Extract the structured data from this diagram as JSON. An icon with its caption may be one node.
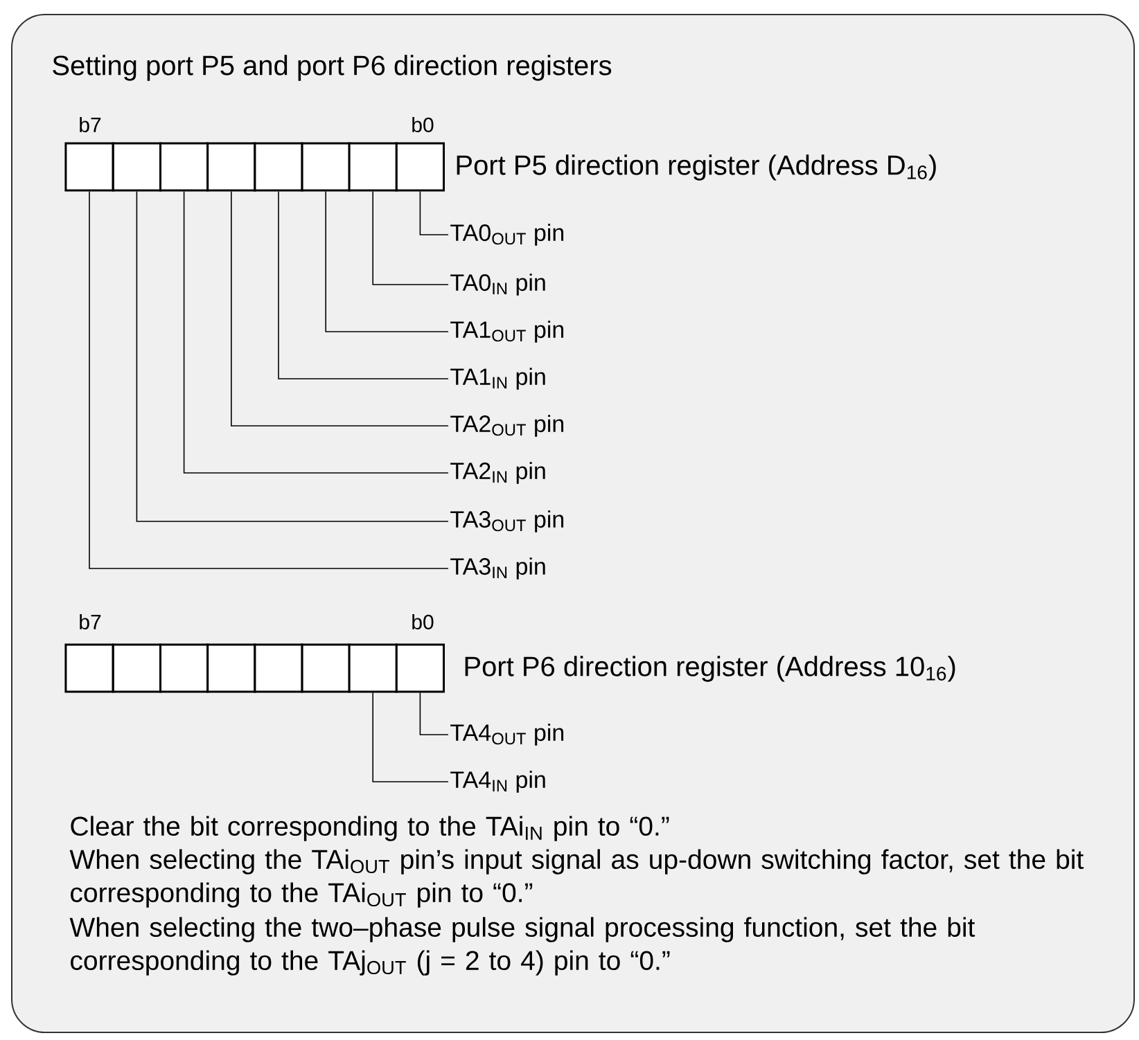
{
  "diagram": {
    "nodes": [
      {
        "text": [
          "Setting port P5 and port P6 direction registers",
          "Clear the bit corresponding to the TAi$_{IN}$ pin to “0.”",
          "When selecting the TAi$_{OUT}$ pin’s input signal as up-down switching factor, set the bit corresponding to the TAi$_{OUT}$ pin to “0.”",
          "When selecting the two–phase pulse signal processing function, set the bit corresponding to the TAj$_{OUT}$ (j = 2 to 4) pin to “0.”"
        ]
      },
      {
        "text": [],
        "shape": "box",
        "in": 0
      },
      {
        "text": [],
        "shape": "box",
        "in": 0
      },
      {
        "text": [],
        "shape": "box",
        "in": 0
      },
      {
        "text": [],
        "shape": "box",
        "in": 0
      },
      {
        "text": [],
        "shape": "box",
        "in": 0
      },
      {
        "text": [],
        "shape": "box",
        "in": 0
      },
      {
        "text": [],
        "shape": "box",
        "in": 0
      },
      {
        "text": [],
        "shape": "box",
        "in": 0
      },
      {
        "text": [],
        "shape": "box",
        "in": 0
      },
      {
        "text": [],
        "shape": "box",
        "in": 0
      },
      {
        "text": [],
        "shape": "box",
        "in": 0
      },
      {
        "text": [],
        "shape": "box",
        "in": 0
      },
      {
        "text": [],
        "shape": "box",
        "in": 0
      },
      {
        "text": [],
        "shape": "box",
        "in": 0
      },
      {
        "text": [],
        "shape": "box",
        "in": 0
      },
      {
        "text": [],
        "shape": "box",
        "in": 0
      },
      {
        "text": [
          "TA0$_{OUT}$ pin"
        ],
        "in": 0
      },
      {
        "text": [
          "TA0$_{IN}$ pin"
        ],
        "in": 0
      },
      {
        "text": [
          "TA1$_{OUT}$ pin"
        ],
        "in": 0
      },
      {
        "text": [
          "TA1$_{IN}$ pin"
        ],
        "in": 0
      },
      {
        "text": [
          "TA2$_{OUT}$ pin"
        ],
        "in": 0
      },
      {
        "text": [
          "TA2$_{IN}$ pin"
        ],
        "in": 0
      },
      {
        "text": [
          "TA3$_{OUT}$ pin"
        ],
        "in": 0
      },
      {
        "text": [
          "TA3$_{IN}$ pin"
        ],
        "in": 0
      },
      {
        "text": [
          "TA4$_{OUT}$ pin"
        ],
        "in": 0
      },
      {
        "text": [
          "TA4$_{IN}$ pin"
        ],
        "in": 0
      }
    ],
    "edges": [
      {
        "from": 17,
        "to": 8,
        "arrow": "none"
      },
      {
        "from": 18,
        "to": 7,
        "arrow": "none"
      },
      {
        "from": 19,
        "to": 6,
        "arrow": "none"
      },
      {
        "from": 20,
        "to": 5,
        "arrow": "none"
      },
      {
        "from": 21,
        "to": 4,
        "arrow": "none"
      },
      {
        "from": 22,
        "to": 3,
        "arrow": "none"
      },
      {
        "from": 23,
        "to": 2,
        "arrow": "none"
      },
      {
        "from": 24,
        "to": 1,
        "arrow": "none"
      },
      {
        "from": 25,
        "to": 16,
        "arrow": "none"
      },
      {
        "from": 26,
        "to": 15,
        "arrow": "none"
      }
    ],
    "labels": [
      "b7",
      "b0",
      "Port P5 direction register (Address D$_{16}$)",
      "b7",
      "b0",
      "Port P6 direction register (Address 10$_{16}$)"
    ]
  }
}
